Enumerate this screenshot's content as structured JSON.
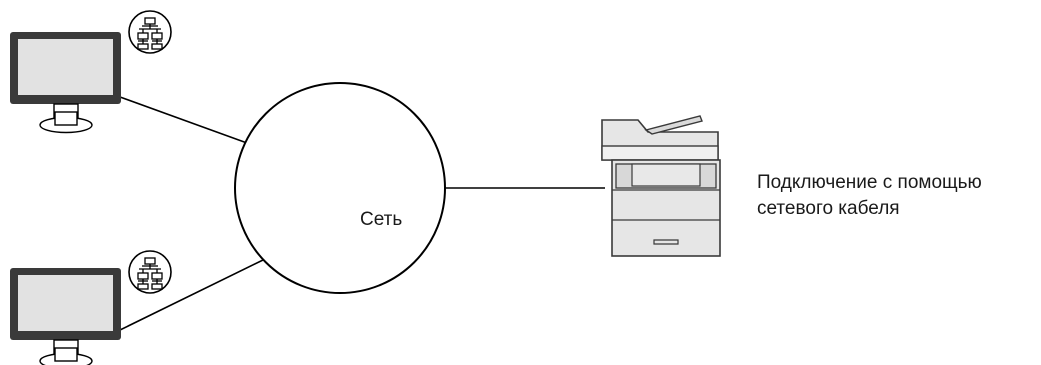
{
  "network": {
    "label": "Сеть"
  },
  "connection": {
    "line1": "Подключение с помощью",
    "line2": "сетевого кабеля"
  },
  "icons": {
    "computer": "monitor-icon",
    "network_badge": "network-icon",
    "printer": "mfp-printer-icon"
  },
  "colors": {
    "line": "#000000",
    "screen": "#e0e0e0",
    "bezel": "#3a3a3a",
    "printer_body": "#e6e6e6",
    "printer_outline": "#3a3a3a"
  }
}
